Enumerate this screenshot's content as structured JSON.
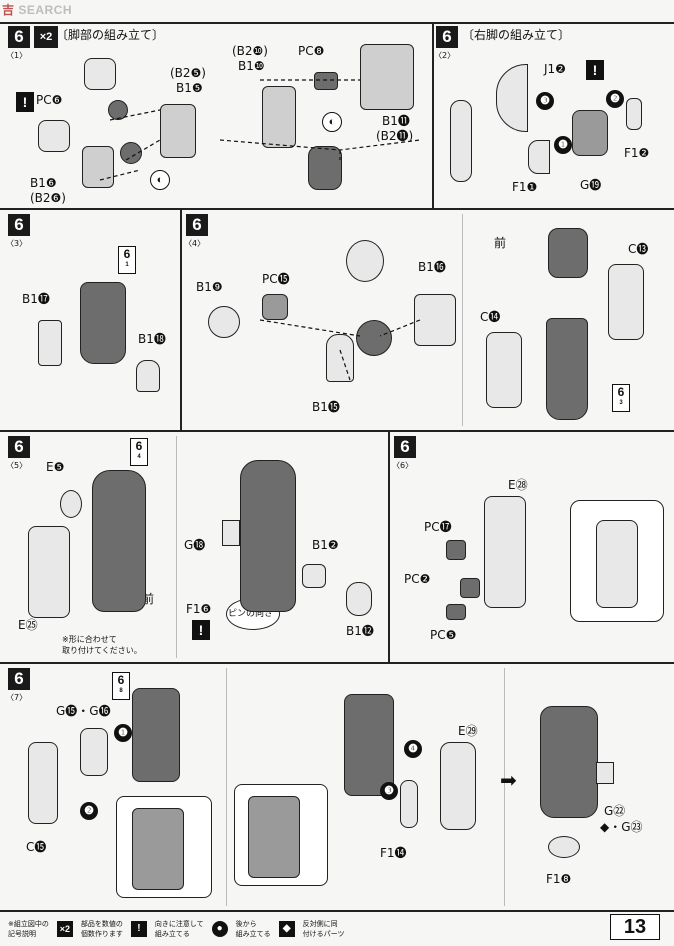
{
  "watermark": {
    "part1": "吉",
    "part2": "SEARCH"
  },
  "sections": [
    {
      "step": "6",
      "sub": "1",
      "qty": "×2",
      "title": "脚部の組み立て"
    },
    {
      "step": "6",
      "sub": "2",
      "title": "右脚の組み立て"
    },
    {
      "step": "6",
      "sub": "3"
    },
    {
      "step": "6",
      "sub": "4"
    },
    {
      "step": "6",
      "sub": "5"
    },
    {
      "step": "6",
      "sub": "6"
    },
    {
      "step": "6",
      "sub": "7"
    }
  ],
  "labels": {
    "pc6": "PC❻",
    "b2_5": "(B2❺)",
    "b1_5": "B1❺",
    "b1_6": "B1❻",
    "b2_6": "(B2❻)",
    "b2_10": "(B2❿)",
    "b1_10": "B1❿",
    "pc8": "PC❽",
    "b1_11": "B1⓫",
    "b2_11": "(B2⓫)",
    "j1_2": "J1❷",
    "f1_2": "F1❷",
    "f1_1": "F1❶",
    "g19": "G⓳",
    "b1_17": "B1⓱",
    "b1_18": "B1⓲",
    "b1_9": "B1❾",
    "pc15": "PC⓯",
    "b1_16": "B1⓰",
    "b1_15": "B1⓯",
    "front": "前",
    "c13": "C⓭",
    "c14": "C⓮",
    "e5": "E❺",
    "e25": "E㉕",
    "back": "前",
    "g18": "G⓲",
    "b1_2": "B1❷",
    "f1_6": "F1❻",
    "b1_12": "B1⓬",
    "pin_dir": "ピンの向き",
    "e28": "E㉘",
    "pc17": "PC⓱",
    "pc2": "PC❷",
    "pc5": "PC❺",
    "g15_16": "G⓯・G⓰",
    "c15": "C⓯",
    "e29": "E㉙",
    "f1_4": "F1⓮",
    "g22": "G㉒",
    "g23": "・G㉓",
    "f1_8": "F1❽"
  },
  "refs": {
    "r1_num": "6",
    "r1_sub": "1",
    "r2_num": "6",
    "r2_sub": "3",
    "r3_num": "6",
    "r3_sub": "4",
    "r4_num": "6",
    "r4_sub": "8"
  },
  "note": "※形に合わせて\n取り付けてください。",
  "legend": {
    "head": "※組立図中の\n記号説明",
    "items": [
      {
        "icon": "×2",
        "text": "部品を数値の\n個数作ります"
      },
      {
        "icon": "!",
        "text": "向きに注意して\n組み立てる"
      },
      {
        "icon": "●",
        "text": "後から\n組み立てる"
      },
      {
        "icon": "◆",
        "text": "反対側に同\n付けるパーツ"
      }
    ]
  },
  "page_number": "13"
}
